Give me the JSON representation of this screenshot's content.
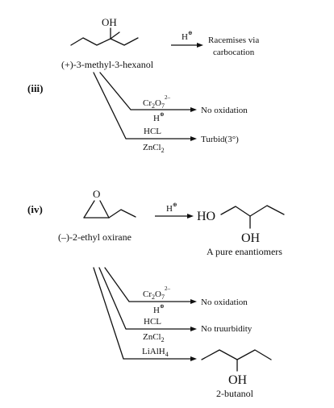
{
  "part3": {
    "label": "(iii)",
    "oh": "OH",
    "compound_name": "(+)-3-methyl-3-hexanol",
    "acid": "H",
    "acid_charge": "⊕",
    "racemise_result": [
      "Racemises via",
      "carbocation"
    ],
    "reagent1": {
      "base": "Cr",
      "sub1": "2",
      "mid": "O",
      "sub2": "7",
      "charge": "2–"
    },
    "reagent1_acid": "H",
    "reagent1_acid_charge": "⊕",
    "result1": "No oxidation",
    "reagent2_top": "HCL",
    "reagent2_bottom": {
      "base": "ZnCl",
      "sub": "2"
    },
    "result2": "Turbid(3°)"
  },
  "part4": {
    "label": "(iv)",
    "o_atom": "O",
    "compound_name": "(–)-2-ethyl oxirane",
    "acid": "H",
    "acid_charge": "⊕",
    "product_ho": "HO",
    "product_oh": "OH",
    "product_note": "A pure enantiomers",
    "reagent1": {
      "base": "Cr",
      "sub1": "2",
      "mid": "O",
      "sub2": "7",
      "charge": "2–"
    },
    "reagent1_acid": "H",
    "reagent1_acid_charge": "⊕",
    "result1": "No oxidation",
    "reagent2_top": "HCL",
    "reagent2_bottom": {
      "base": "ZnCl",
      "sub": "2"
    },
    "result2": "No truurbidity",
    "reagent3": {
      "base": "LiAlH",
      "sub": "4"
    },
    "product3_oh": "OH",
    "product3_name": "2-butanol"
  }
}
